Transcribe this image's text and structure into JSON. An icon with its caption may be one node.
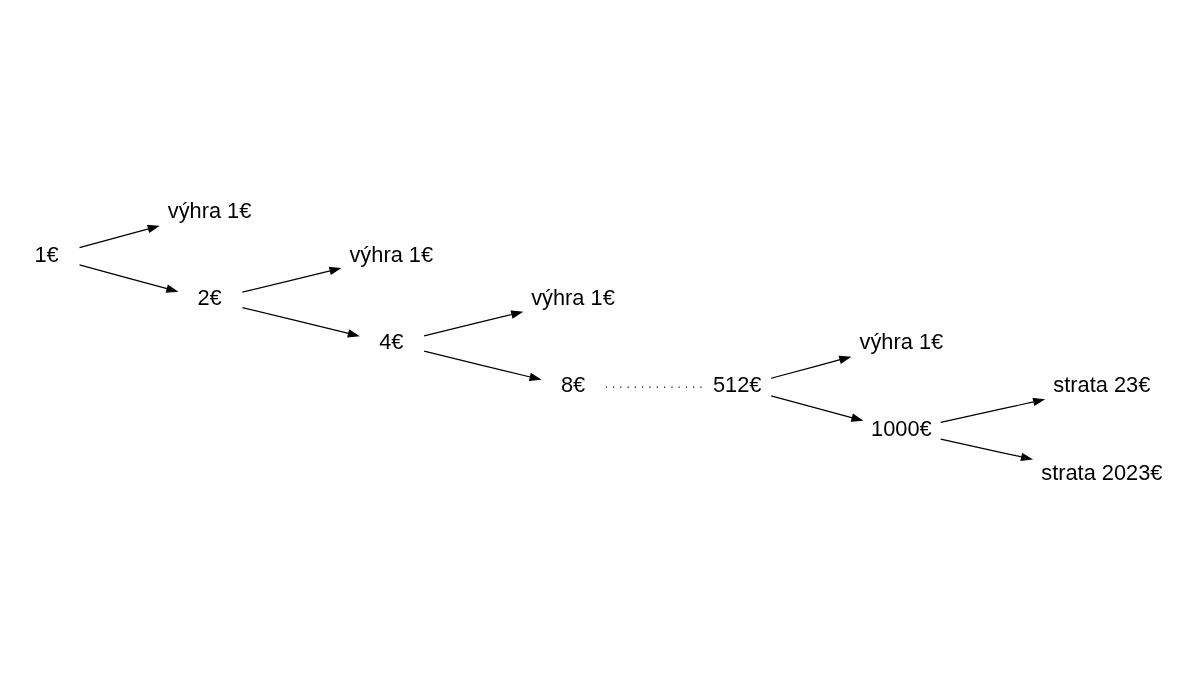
{
  "diagram": {
    "nodes": [
      {
        "text": [
          "1€"
        ]
      },
      {
        "text": [
          "výhra 1€"
        ]
      },
      {
        "text": [
          "2€"
        ]
      },
      {
        "text": [
          "výhra 1€"
        ]
      },
      {
        "text": [
          "4€"
        ]
      },
      {
        "text": [
          "výhra 1€"
        ]
      },
      {
        "text": [
          "8€"
        ]
      },
      {
        "text": [
          "512€"
        ]
      },
      {
        "text": [
          "výhra 1€"
        ]
      },
      {
        "text": [
          "1000€"
        ]
      },
      {
        "text": [
          "strata 23€"
        ]
      },
      {
        "text": [
          "strata 2023€"
        ]
      }
    ],
    "edges": [
      {
        "from": 0,
        "to": 1,
        "arrow": "to"
      },
      {
        "from": 0,
        "to": 2,
        "arrow": "to"
      },
      {
        "from": 2,
        "to": 3,
        "arrow": "to"
      },
      {
        "from": 2,
        "to": 4,
        "arrow": "to"
      },
      {
        "from": 4,
        "to": 5,
        "arrow": "to"
      },
      {
        "from": 4,
        "to": 6,
        "arrow": "to"
      },
      {
        "from": 6,
        "to": 7,
        "arrow": "none",
        "style": "dashed"
      },
      {
        "from": 7,
        "to": 8,
        "arrow": "to"
      },
      {
        "from": 7,
        "to": 9,
        "arrow": "to"
      },
      {
        "from": 9,
        "to": 10,
        "arrow": "to"
      },
      {
        "from": 9,
        "to": 11,
        "arrow": "to"
      }
    ]
  }
}
